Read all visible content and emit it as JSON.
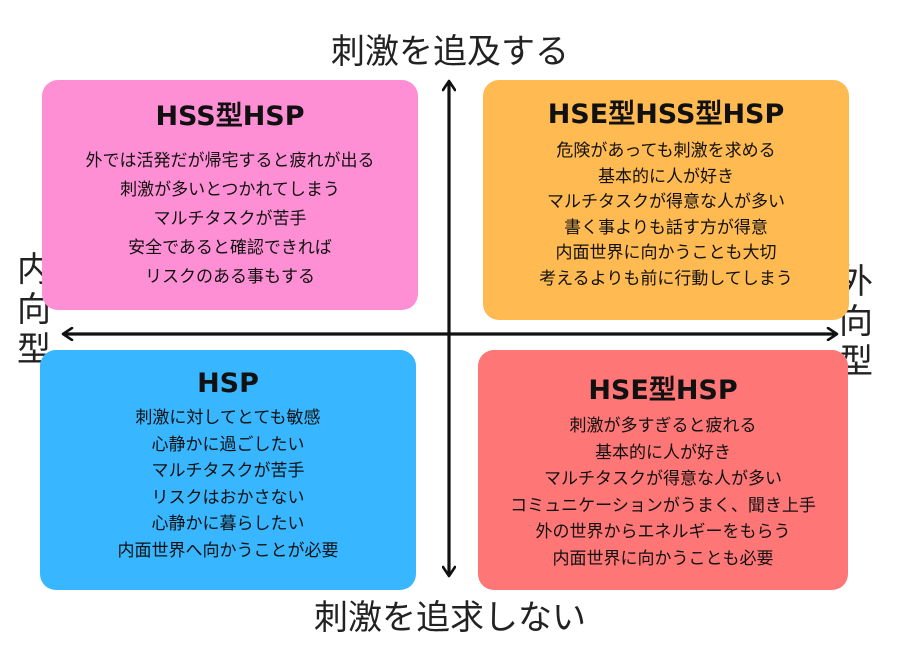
{
  "axes": {
    "top": "刺激を追及する",
    "bottom": "刺激を追求しない",
    "left": [
      "内",
      "向",
      "型"
    ],
    "right": [
      "外",
      "向",
      "型"
    ]
  },
  "quadrants": {
    "top_left": {
      "title": "HSS型HSP",
      "color": "#ff8fd4",
      "items": [
        "外では活発だが帰宅すると疲れが出る",
        "刺激が多いとつかれてしまう",
        "マルチタスクが苦手",
        "安全であると確認できれば",
        "リスクのある事もする"
      ]
    },
    "top_right": {
      "title": "HSE型HSS型HSP",
      "color": "#ffba52",
      "items": [
        "危険があっても刺激を求める",
        "基本的に人が好き",
        "マルチタスクが得意な人が多い",
        "書く事よりも話す方が得意",
        "内面世界に向かうことも大切",
        "考えるよりも前に行動してしまう"
      ]
    },
    "bottom_left": {
      "title": "HSP",
      "color": "#38b6ff",
      "items": [
        "刺激に対してとても敏感",
        "心静かに過ごしたい",
        "マルチタスクが苦手",
        "リスクはおかさない",
        "心静かに暮らしたい",
        "内面世界へ向かうことが必要"
      ]
    },
    "bottom_right": {
      "title": "HSE型HSP",
      "color": "#ff7676",
      "items": [
        "刺激が多すぎると疲れる",
        "基本的に人が好き",
        "マルチタスクが得意な人が多い",
        "コミュニケーションがうまく、聞き上手",
        "外の世界からエネルギーをもらう",
        "内面世界に向かうことも必要"
      ]
    }
  }
}
